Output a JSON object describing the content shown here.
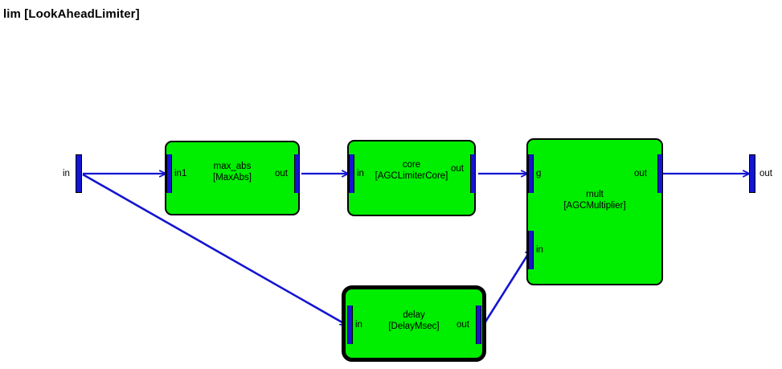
{
  "diagram": {
    "title": "lim [LookAheadLimiter]",
    "background_color": "#ffffff",
    "block_fill_color": "#00ee00",
    "block_border_color": "#000000",
    "port_color": "#1414d2",
    "wire_color": "#1414d2"
  },
  "terminals": {
    "input": {
      "label": "in"
    },
    "output": {
      "label": "out"
    }
  },
  "blocks": [
    {
      "id": "max_abs",
      "name": "max_abs",
      "type": "[MaxAbs]",
      "inputs": [
        {
          "label": "in1"
        }
      ],
      "outputs": [
        {
          "label": "out"
        }
      ]
    },
    {
      "id": "core",
      "name": "core",
      "type": "[AGCLimiterCore]",
      "inputs": [
        {
          "label": "in"
        }
      ],
      "outputs": [
        {
          "label": "out"
        }
      ]
    },
    {
      "id": "mult",
      "name": "mult",
      "type": "[AGCMultiplier]",
      "inputs": [
        {
          "label": "g"
        },
        {
          "label": "in"
        }
      ],
      "outputs": [
        {
          "label": "out"
        }
      ]
    },
    {
      "id": "delay",
      "name": "delay",
      "type": "[DelayMsec]",
      "inputs": [
        {
          "label": "in"
        }
      ],
      "outputs": [
        {
          "label": "out"
        }
      ]
    }
  ],
  "connections": [
    {
      "from": "input",
      "to": "max_abs.in1"
    },
    {
      "from": "input",
      "to": "delay.in"
    },
    {
      "from": "max_abs.out",
      "to": "core.in"
    },
    {
      "from": "core.out",
      "to": "mult.g"
    },
    {
      "from": "delay.out",
      "to": "mult.in"
    },
    {
      "from": "mult.out",
      "to": "output"
    }
  ]
}
